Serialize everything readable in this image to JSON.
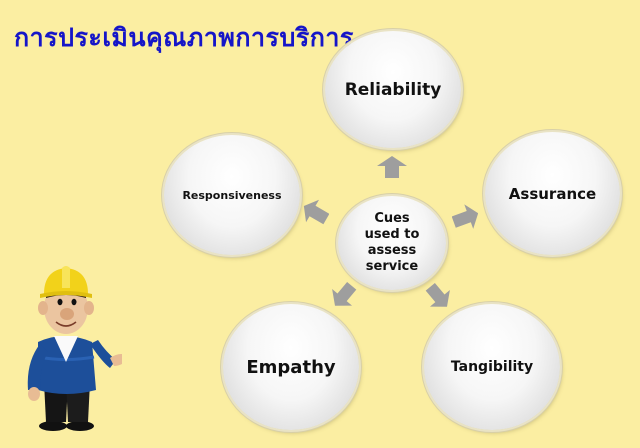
{
  "title": "การประเมินคุณภาพการบริการ",
  "diagram": {
    "center": {
      "label": "Cues used to assess service",
      "lines": [
        "Cues",
        "used to",
        "assess",
        "service"
      ]
    },
    "nodes": [
      {
        "label": "Reliability",
        "position": "top"
      },
      {
        "label": "Responsiveness",
        "position": "left"
      },
      {
        "label": "Assurance",
        "position": "right"
      },
      {
        "label": "Empathy",
        "position": "bottom-left"
      },
      {
        "label": "Tangibility",
        "position": "bottom-right"
      }
    ],
    "colors": {
      "background": "#fbeea2",
      "title": "#1515c8",
      "arrow": "#9e9e9e",
      "bubble": "#f2f2f2"
    }
  },
  "illustration": {
    "subject": "construction-worker-character",
    "hat_color": "#f2d21a",
    "jacket_color": "#1d4f9a"
  }
}
